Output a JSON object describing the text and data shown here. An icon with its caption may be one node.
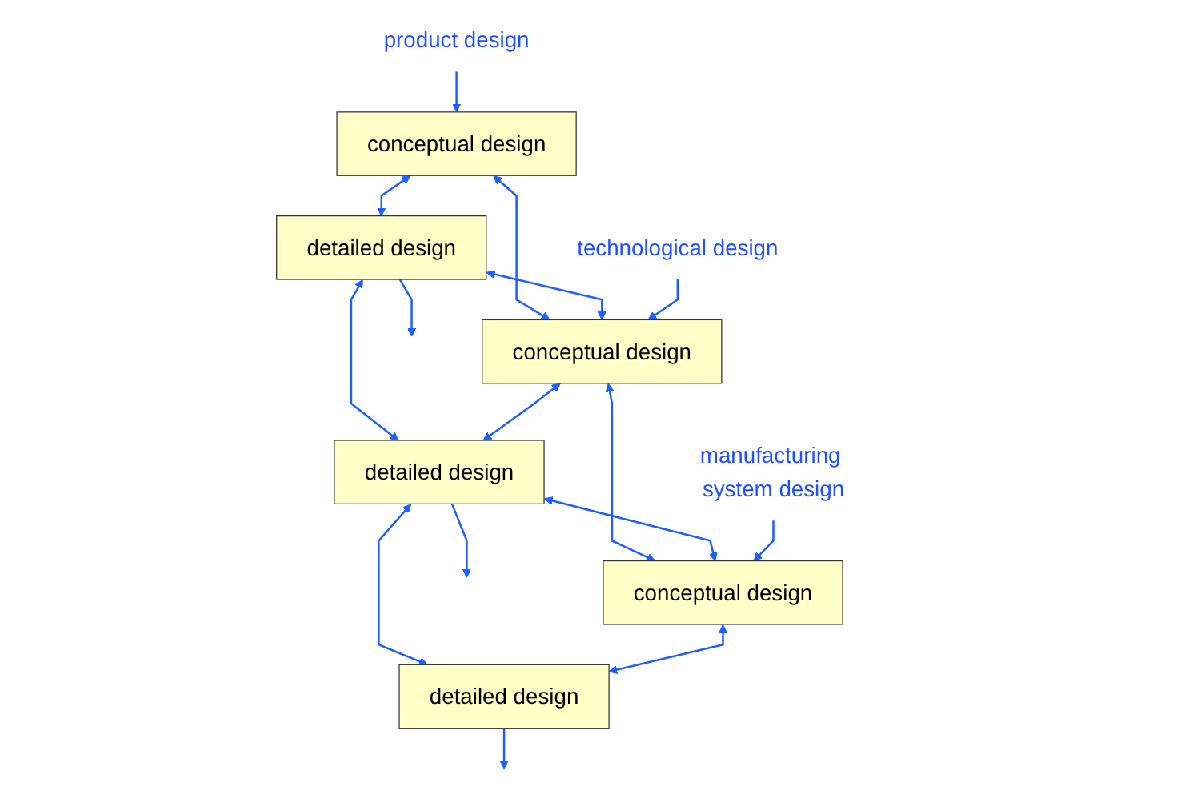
{
  "diagram": {
    "nodes": [
      {
        "text": [
          "product design"
        ]
      },
      {
        "text": [
          "conceptual design"
        ]
      },
      {
        "text": [
          "detailed design"
        ]
      },
      {
        "text": [
          "technological design"
        ]
      },
      {
        "text": [
          "conceptual design"
        ]
      },
      {
        "text": [
          "detailed design"
        ]
      },
      {
        "text": [
          "manufacturing system design"
        ]
      },
      {
        "text": [
          "conceptual design"
        ]
      },
      {
        "text": [
          "detailed design"
        ]
      }
    ],
    "edges": [
      {
        "from": 0,
        "to": 1,
        "arrow": "to"
      },
      {
        "from": 1,
        "to": 2,
        "arrow": "both"
      },
      {
        "from": 1,
        "to": 4,
        "arrow": "both"
      },
      {
        "from": 2,
        "to": 4,
        "arrow": "both"
      },
      {
        "from": 2,
        "to": 5,
        "arrow": "both"
      },
      {
        "from": 2,
        "to": null,
        "arrow": "to"
      },
      {
        "from": 3,
        "to": 4,
        "arrow": "to"
      },
      {
        "from": 4,
        "to": 5,
        "arrow": "both"
      },
      {
        "from": 4,
        "to": 7,
        "arrow": "both"
      },
      {
        "from": 5,
        "to": 7,
        "arrow": "both"
      },
      {
        "from": 5,
        "to": 8,
        "arrow": "both"
      },
      {
        "from": 5,
        "to": null,
        "arrow": "to"
      },
      {
        "from": 6,
        "to": 7,
        "arrow": "to"
      },
      {
        "from": 7,
        "to": 8,
        "arrow": "both"
      },
      {
        "from": 8,
        "to": null,
        "arrow": "to"
      }
    ]
  }
}
